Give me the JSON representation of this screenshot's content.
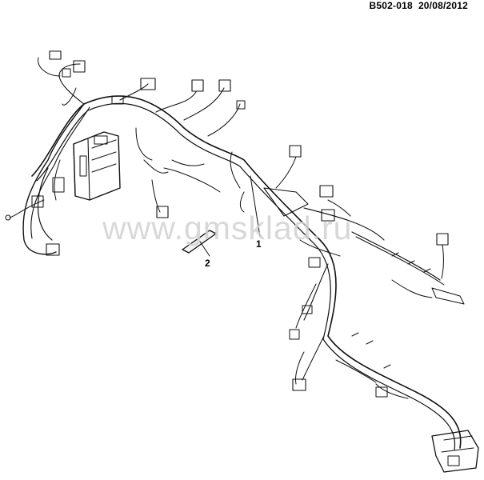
{
  "header": {
    "ref_code": "B502-018",
    "date": "20/08/2012"
  },
  "watermark": {
    "text": "www.gmsklad.ru"
  },
  "callouts": [
    {
      "label": "1"
    },
    {
      "label": "2"
    }
  ]
}
